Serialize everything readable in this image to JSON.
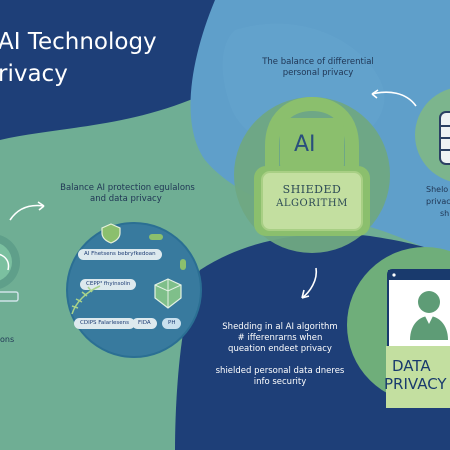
{
  "title": {
    "line1": "AI Technology",
    "line2": "rivacy"
  },
  "captions": {
    "top_right": [
      "The balance of differential",
      "personal privacy"
    ],
    "left": [
      "Balance AI protection egulalons",
      "and data privacy"
    ],
    "mid_lower": [
      "Shedding in al AI algorithm",
      "# ifferenrarns when",
      "queation endeet privacy"
    ],
    "mid_bottom": [
      "shielded personal data dneres",
      "info security"
    ],
    "left_edge": "ons",
    "right_edge": [
      "Shelo",
      "privac",
      "sh"
    ]
  },
  "pills": {
    "p1": "AI Fhetsens bebryfkedoan",
    "p2": "CEPP³ fhyinsolin",
    "p3": "CDIPS Falarlesens",
    "p4": "FIDA",
    "p5": "PH"
  },
  "lock": {
    "ai_label": "AI",
    "line1": "SHIEDED",
    "line2": "ALGORITHM"
  },
  "data_privacy": [
    "DATA",
    "PRIVACY"
  ],
  "colors": {
    "navy": "#1e3f78",
    "sky": "#5f9fca",
    "mint": "#6fae94",
    "lock_green": "#8bbf6d",
    "lock_face": "#c3dfa0"
  },
  "icons": [
    "arrow-icon",
    "lock-icon",
    "database-icon",
    "user-icon",
    "shield-icon",
    "laurel-icon",
    "gear-icon",
    "monitor-icon"
  ]
}
